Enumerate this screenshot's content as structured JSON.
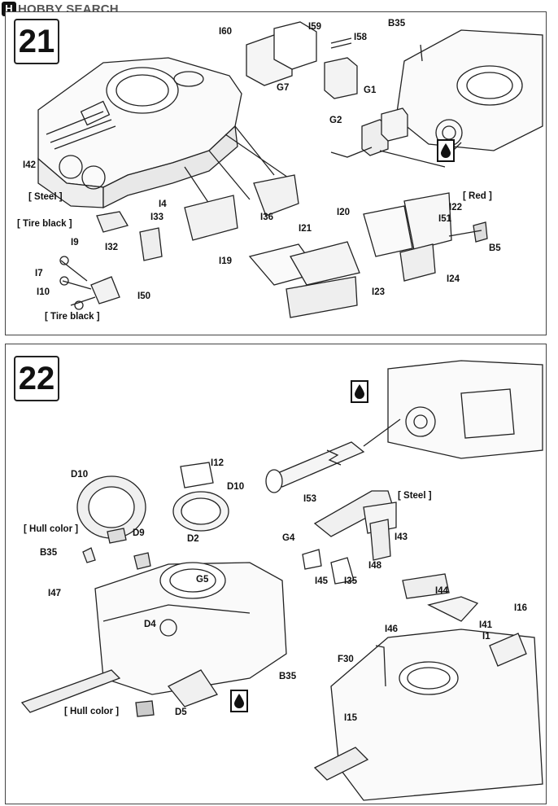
{
  "watermark": {
    "logo_letter": "H",
    "text": "HOBBY SEARCH"
  },
  "steps": [
    {
      "number": "21",
      "labels": {
        "I60": "I60",
        "I59": "I59",
        "I58": "I58",
        "G7": "G7",
        "B35": "B35",
        "G1": "G1",
        "G2": "G2",
        "I42": "I42",
        "I4": "I4",
        "I33": "I33",
        "I36": "I36",
        "I32": "I32",
        "I9": "I9",
        "I7": "I7",
        "I10": "I10",
        "I50": "I50",
        "I20": "I20",
        "I22": "I22",
        "I51": "I51",
        "B5": "B5",
        "I21": "I21",
        "I19": "I19",
        "I23": "I23",
        "I24": "I24"
      },
      "notes": {
        "steel": "[ Steel ]",
        "tire_black_1": "[ Tire black ]",
        "tire_black_2": "[ Tire black ]",
        "red": "[ Red ]"
      }
    },
    {
      "number": "22",
      "labels": {
        "D10a": "D10",
        "I12": "I12",
        "D10b": "D10",
        "D9": "D9",
        "D2": "D2",
        "B35": "B35",
        "G5": "G5",
        "I47": "I47",
        "D4": "D4",
        "B35b": "B35",
        "D5": "D5",
        "I53": "I53",
        "G4": "G4",
        "I43": "I43",
        "I48": "I48",
        "I45": "I45",
        "I35": "I35",
        "I44": "I44",
        "I16": "I16",
        "I41": "I41",
        "I1": "I1",
        "I46": "I46",
        "F30": "F30",
        "I15": "I15"
      },
      "notes": {
        "hull_color_1": "[ Hull color ]",
        "hull_color_2": "[ Hull color ]",
        "steel": "[ Steel ]"
      }
    }
  ]
}
